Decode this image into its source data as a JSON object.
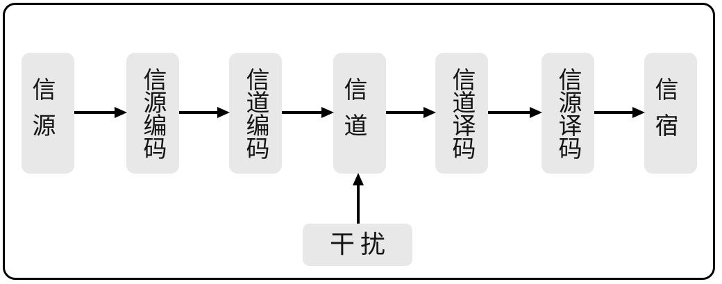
{
  "diagram": {
    "stages": [
      {
        "label": "信源"
      },
      {
        "label": "信源编码"
      },
      {
        "label": "信道编码"
      },
      {
        "label": "信道"
      },
      {
        "label": "信道译码"
      },
      {
        "label": "信源译码"
      },
      {
        "label": "信宿"
      }
    ],
    "interference": {
      "label": "干扰"
    },
    "colors": {
      "box_fill": "#e8e8e8",
      "line": "#000000",
      "text": "#141414",
      "background": "#ffffff"
    }
  }
}
